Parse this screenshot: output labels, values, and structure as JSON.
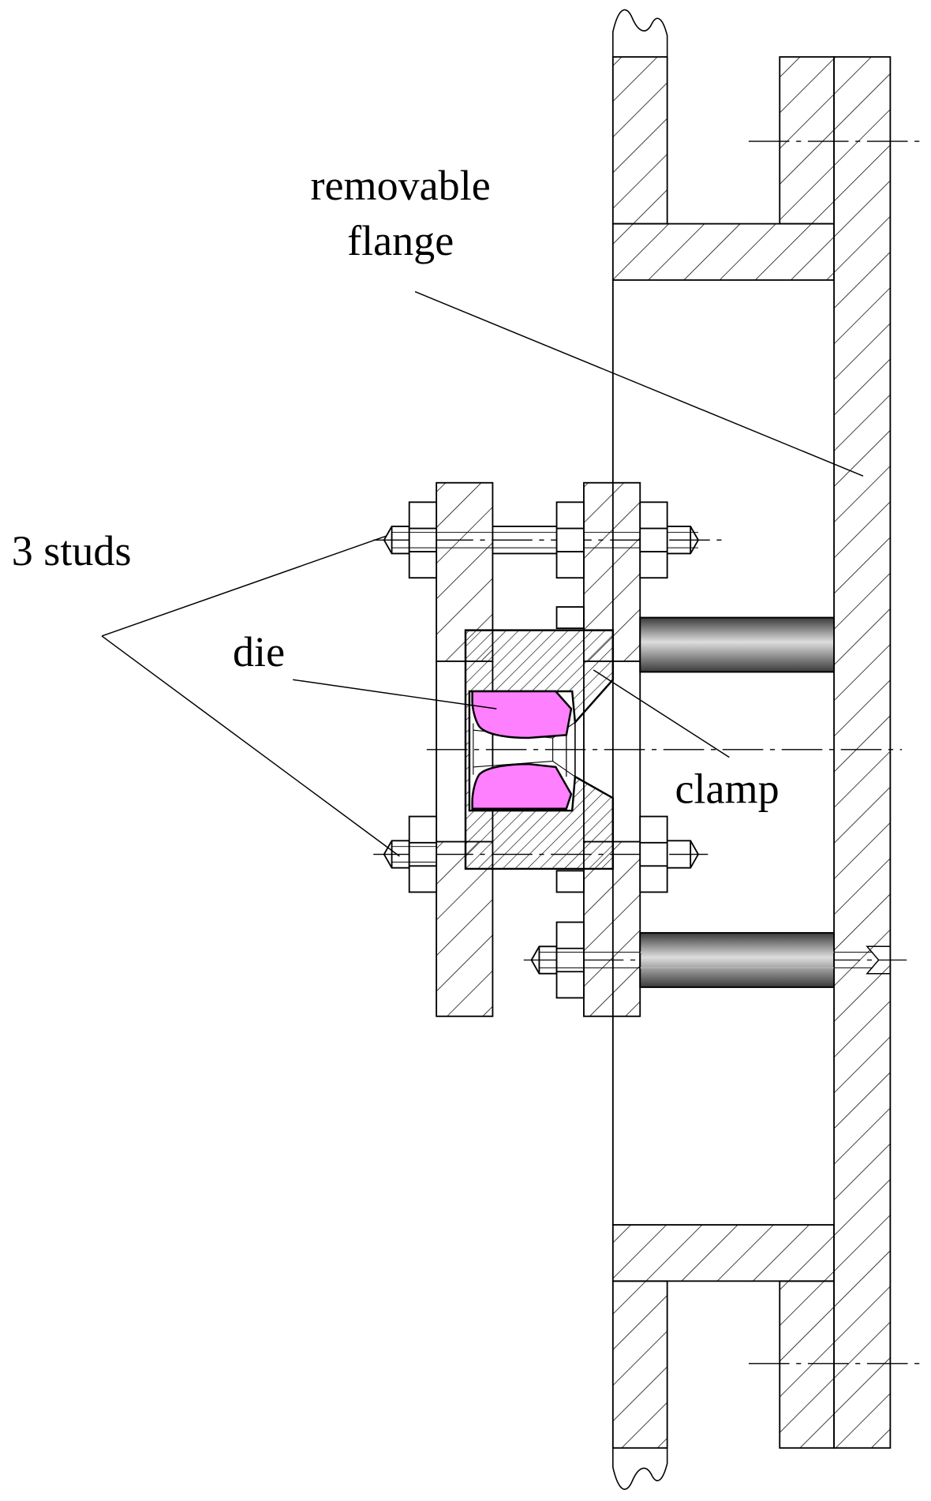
{
  "labels": {
    "removable_flange_line1": "removable",
    "removable_flange_line2": "flange",
    "studs": "3 studs",
    "die": "die",
    "clamp": "clamp"
  },
  "colors": {
    "line": "#000000",
    "die_fill": "#ff80ff",
    "rod_dark": "#3a3a3a",
    "rod_light": "#dddddd",
    "background": "#ffffff"
  }
}
